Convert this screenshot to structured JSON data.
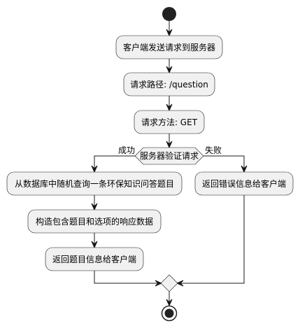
{
  "nodes": {
    "send_request": "客户端发送请求到服务器",
    "request_path": "请求路径: /question",
    "request_method": "请求方法: GET",
    "query_db": "从数据库中随机查询一条环保知识问答题目",
    "build_response": "构造包含题目和选项的响应数据",
    "return_question": "返回题目信息给客户端",
    "return_error": "返回错误信息给客户端"
  },
  "decision": {
    "label": "服务器验证请求",
    "success": "成功",
    "failure": "失败"
  }
}
